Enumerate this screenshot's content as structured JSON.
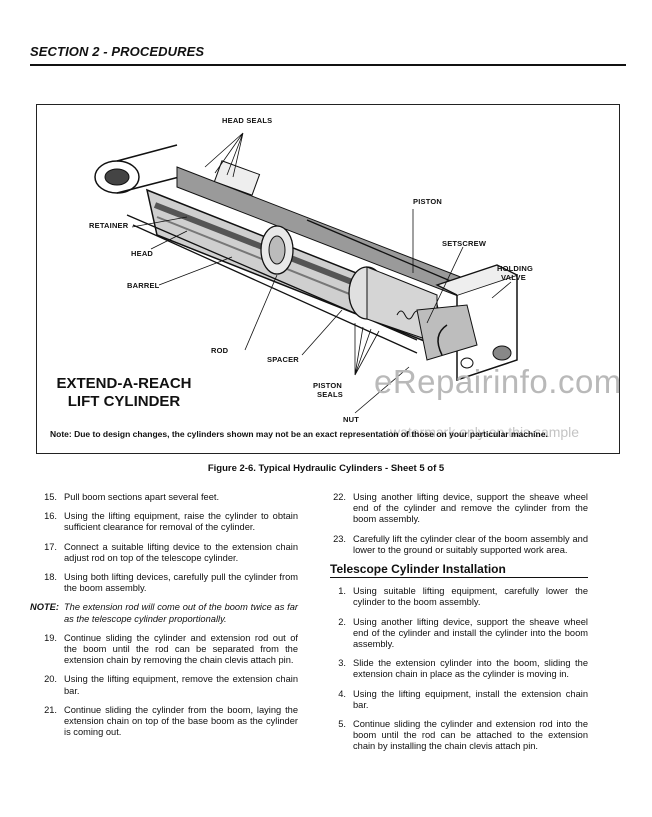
{
  "header": {
    "section_title": "SECTION 2 - PROCEDURES"
  },
  "figure": {
    "callouts": {
      "head_seals": "HEAD SEALS",
      "piston": "PISTON",
      "retainer": "RETAINER",
      "setscrew": "SETSCREW",
      "holding_valve_1": "HOLDING",
      "holding_valve_2": "VALVE",
      "head": "HEAD",
      "barrel": "BARREL",
      "rod": "ROD",
      "spacer": "SPACER",
      "piston_seals_1": "PISTON",
      "piston_seals_2": "SEALS",
      "nut": "NUT"
    },
    "title_line1": "EXTEND-A-REACH",
    "title_line2": "LIFT CYLINDER",
    "note": "Note: Due to design changes, the cylinders shown may not be an exact representation of those on your particular machine.",
    "watermark": "eRepairinfo.com",
    "watermark_sub": "watermark only on this sample"
  },
  "caption": "Figure 2-6.  Typical Hydraulic Cylinders - Sheet 5 of 5",
  "left_column": {
    "steps": [
      {
        "num": "15.",
        "text": "Pull boom sections apart several feet."
      },
      {
        "num": "16.",
        "text": "Using the lifting equipment, raise the cylinder to obtain sufficient clearance for removal of the cylinder."
      },
      {
        "num": "17.",
        "text": "Connect a suitable lifting device to the extension chain adjust rod on top of the telescope cylinder."
      },
      {
        "num": "18.",
        "text": "Using both lifting devices, carefully pull the cylinder from the boom assembly."
      }
    ],
    "note_label": "NOTE:",
    "note_text": "The extension rod will come out of the boom twice as far as the telescope cylinder proportionally.",
    "steps2": [
      {
        "num": "19.",
        "text": "Continue sliding the cylinder and extension rod out of the boom until the rod can be separated from the extension chain by removing the chain clevis attach pin."
      },
      {
        "num": "20.",
        "text": "Using the lifting equipment, remove the extension chain bar."
      },
      {
        "num": "21.",
        "text": "Continue sliding the cylinder from the boom, laying the extension chain on top of the base boom as the cylinder is coming out."
      }
    ]
  },
  "right_column": {
    "steps": [
      {
        "num": "22.",
        "text": "Using another lifting device, support the sheave wheel end of the cylinder and remove the cylinder from the boom assembly."
      },
      {
        "num": "23.",
        "text": "Carefully lift the cylinder clear of the boom assembly and lower to the ground or suitably supported work area."
      }
    ],
    "subheading": "Telescope Cylinder Installation",
    "steps2": [
      {
        "num": "1.",
        "text": "Using suitable lifting equipment, carefully lower the cylinder to the boom assembly."
      },
      {
        "num": "2.",
        "text": "Using another lifting device, support the sheave wheel end of the cylinder and install the cylinder into the boom assembly."
      },
      {
        "num": "3.",
        "text": "Slide the extension cylinder into the boom, sliding the extension chain in place as the cylinder is moving in."
      },
      {
        "num": "4.",
        "text": "Using the lifting equipment, install the extension chain bar."
      },
      {
        "num": "5.",
        "text": "Continue sliding the cylinder and extension rod into the boom until the rod can be attached to the extension chain by installing the chain clevis attach pin."
      }
    ]
  }
}
